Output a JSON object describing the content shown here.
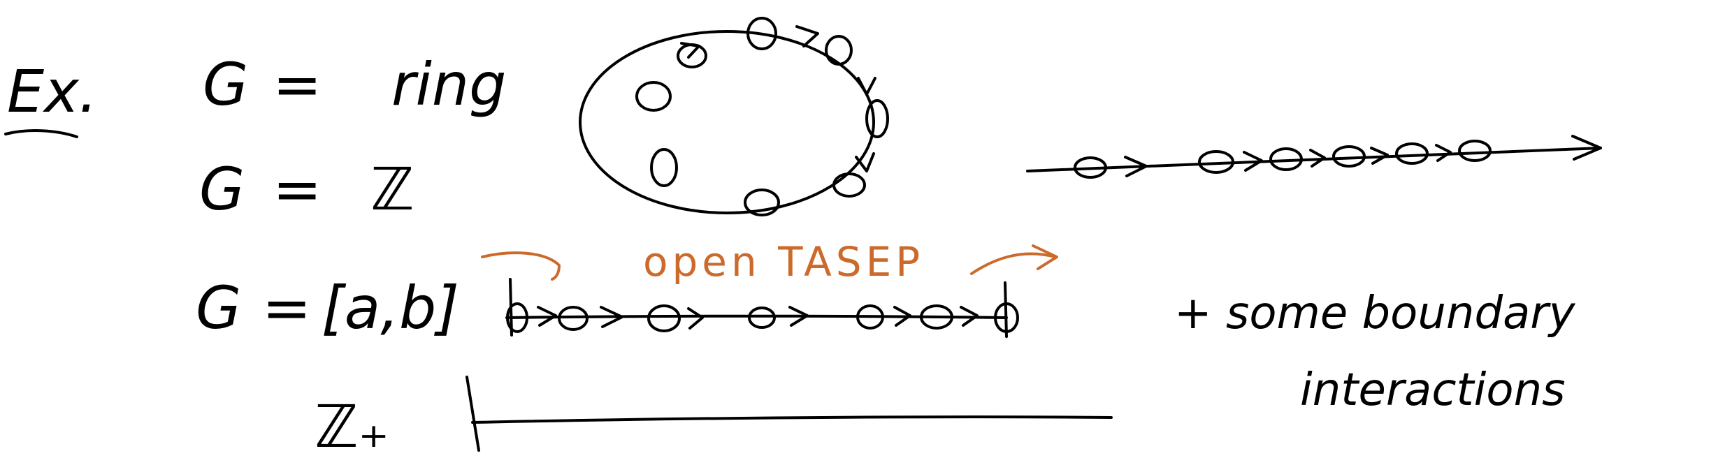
{
  "notes": {
    "example_label": "Ex.",
    "line1": {
      "lhs": "G",
      "eq": "=",
      "rhs": "ring"
    },
    "line2": {
      "lhs": "G",
      "eq": "=",
      "rhs": "ℤ"
    },
    "line3": {
      "lhs": "G",
      "eq": "=",
      "rhs": "[a,b]"
    },
    "line4": {
      "lhs": "ℤ₊"
    },
    "open_tasep": "open TASEP",
    "boundary_note_line1": "+ some boundary",
    "boundary_note_line2": "interactions"
  },
  "colors": {
    "ink": "#000000",
    "highlight": "#cc6a2c",
    "background": "#ffffff"
  }
}
